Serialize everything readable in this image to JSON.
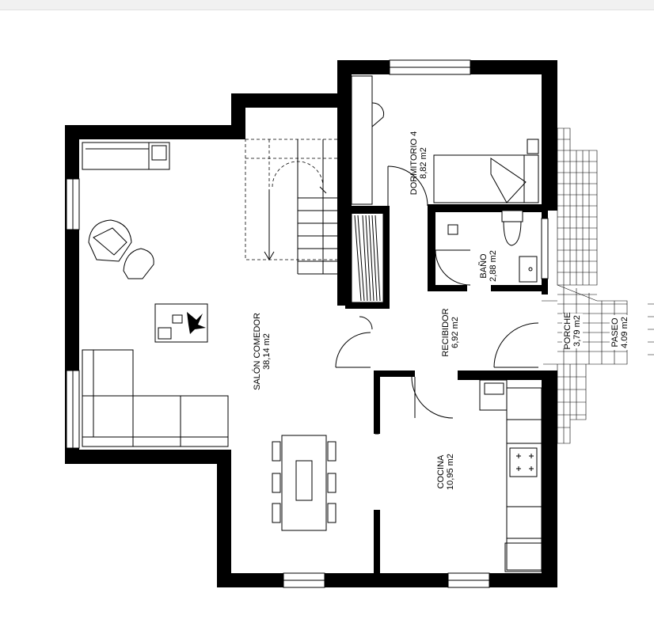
{
  "rooms": [
    {
      "id": "dormitorio",
      "name": "DORMITORIO 4",
      "area": "8,82 m2"
    },
    {
      "id": "bano",
      "name": "BAÑO",
      "area": "2,88 m2"
    },
    {
      "id": "recibidor",
      "name": "RECIBIDOR",
      "area": "6,92 m2"
    },
    {
      "id": "salon",
      "name": "SALÓN COMEDOR",
      "area": "38,14 m2"
    },
    {
      "id": "cocina",
      "name": "COCINA",
      "area": "10,95 m2"
    },
    {
      "id": "porche",
      "name": "PORCHE",
      "area": "3,79 m2"
    },
    {
      "id": "paseo",
      "name": "PASEO",
      "area": "4.09 m2"
    }
  ],
  "colors": {
    "wall": "#000000",
    "background": "#ffffff",
    "topbar": "#f1f1f1"
  }
}
